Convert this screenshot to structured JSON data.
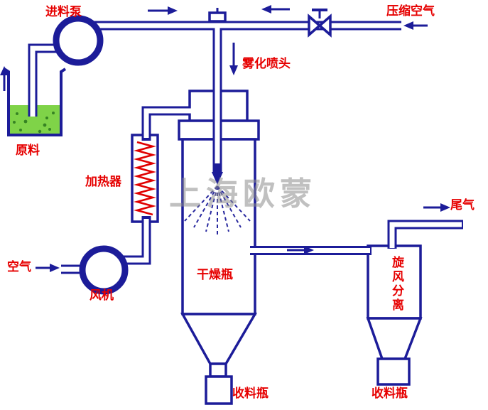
{
  "colors": {
    "line": "#1c1c99",
    "label": "#e60000",
    "liquid": "#7fd348",
    "liquid_speck": "#2f7a1f",
    "coil": "#e00000",
    "watermark": "#8e8e8e"
  },
  "labels": {
    "feed_pump": "进料泵",
    "compressed_air": "压缩空气",
    "atomizer_nozzle": "雾化喷头",
    "raw_material": "原料",
    "heater": "加热器",
    "air": "空气",
    "fan": "风机",
    "drying_bottle": "干燥瓶",
    "cyclone_separator": "旋风分离",
    "exhaust_gas": "尾气",
    "collection_bottle_center": "收料瓶",
    "collection_bottle_right": "收料瓶"
  },
  "watermark": "上海欧蒙"
}
